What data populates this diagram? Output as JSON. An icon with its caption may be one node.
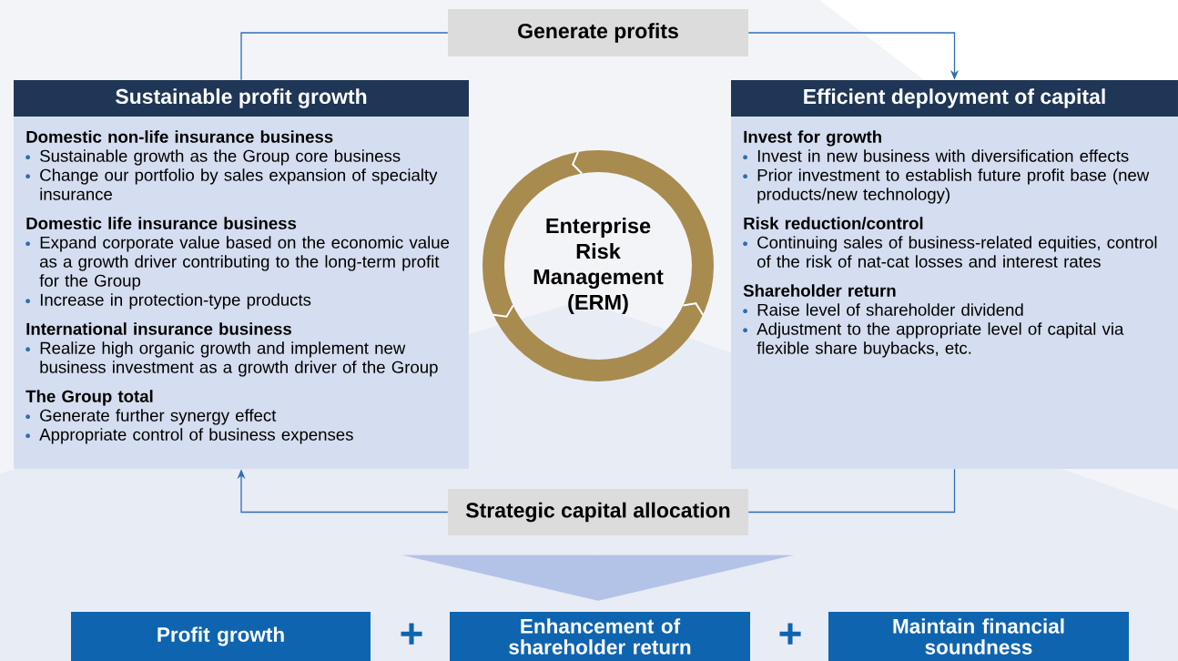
{
  "diagram": {
    "nodes": [
      {
        "text": [
          "Generate profits"
        ]
      },
      {
        "text": [
          "Sustainable profit growth",
          "Domestic non-life insurance business",
          "Sustainable growth as the Group core business",
          "Change our portfolio by sales expansion of specialty insurance",
          "Domestic life insurance business",
          "Expand corporate value based on the economic value as a growth driver contributing to the long-term profit for the Group",
          "Increase in protection-type products",
          "International insurance business",
          "Realize high organic growth and implement new business investment as a growth driver of the Group",
          "The Group total",
          "Generate further synergy effect",
          "Appropriate control of business expenses"
        ]
      },
      {
        "text": [
          "Enterprise Risk Management (ERM)"
        ]
      },
      {
        "text": [
          "Efficient deployment of capital",
          "Invest for growth",
          "Invest in new business with diversification effects",
          "Prior investment to establish future profit base (new products/new technology)",
          "Risk reduction/control",
          "Continuing sales of business-related equities, control of the risk of nat-cat losses and interest rates",
          "Shareholder return",
          "Raise level of shareholder dividend",
          "Adjustment to the appropriate level of capital via flexible share buybacks, etc."
        ]
      },
      {
        "text": [
          "Strategic capital allocation"
        ]
      },
      {
        "text": [
          "Profit growth"
        ]
      },
      {
        "text": [
          "Enhancement of shareholder return"
        ]
      },
      {
        "text": [
          "Maintain financial soundness"
        ]
      }
    ],
    "edges": [
      {
        "from": 1,
        "to": 0,
        "arrow": "none"
      },
      {
        "from": 0,
        "to": 3,
        "arrow": "to"
      },
      {
        "from": 3,
        "to": 4,
        "arrow": "none"
      },
      {
        "from": 4,
        "to": 1,
        "arrow": "to"
      },
      {
        "from": 4,
        "to": 6,
        "arrow": "to",
        "color": "#b3c3e8"
      }
    ],
    "labels": [
      "+",
      "+"
    ]
  }
}
